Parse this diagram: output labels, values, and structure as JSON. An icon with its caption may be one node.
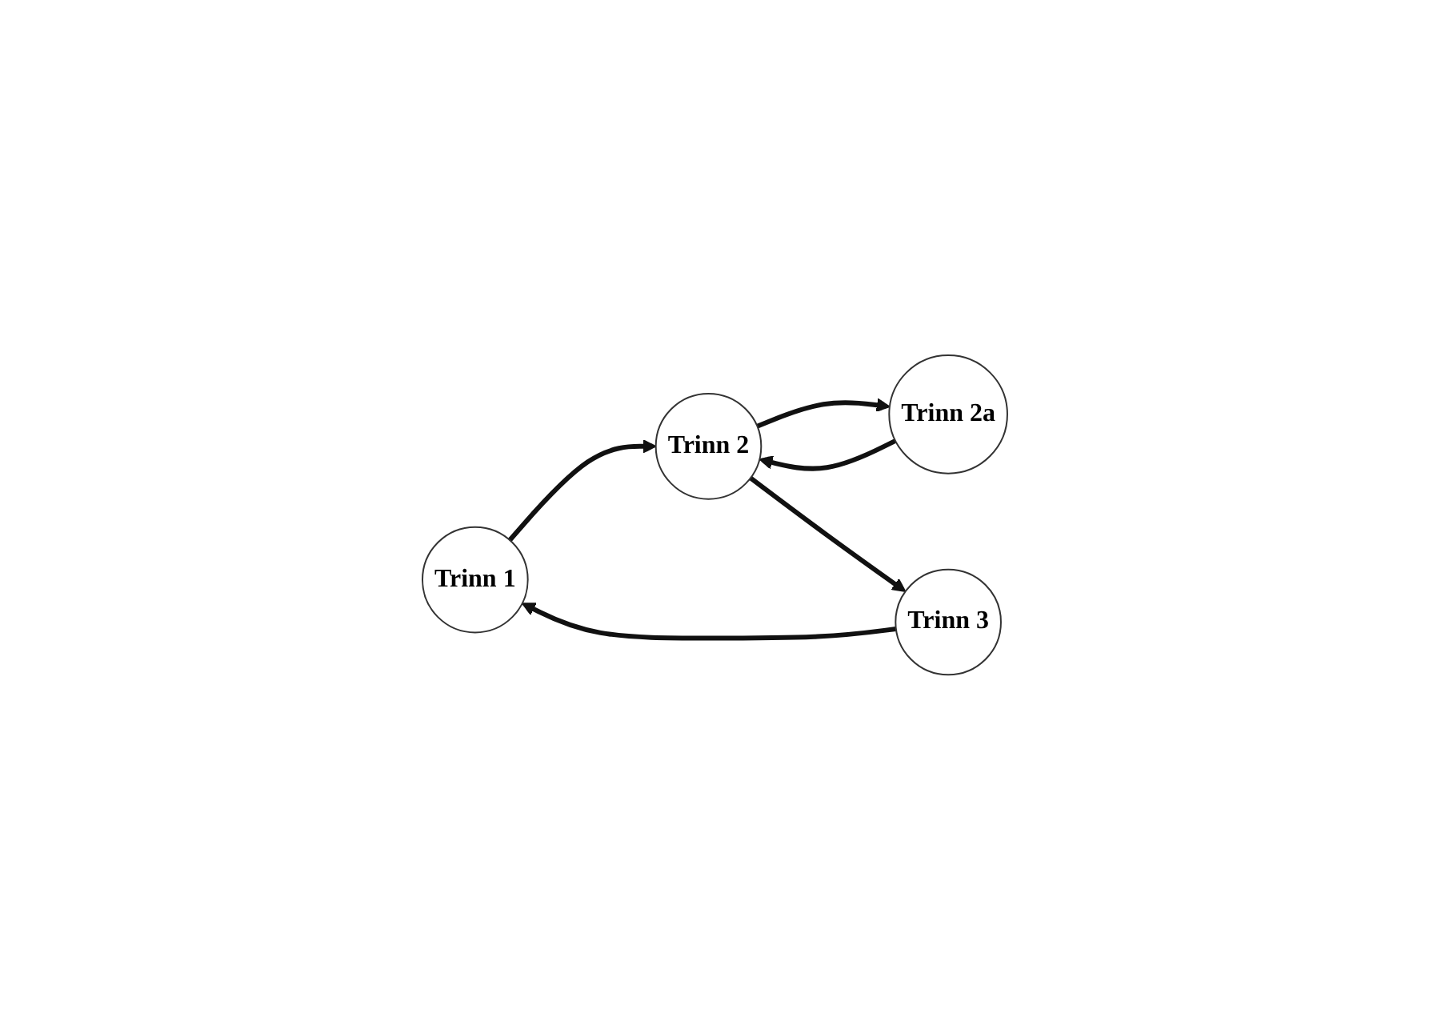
{
  "diagram": {
    "nodes": [
      {
        "text": [
          "Trinn 1"
        ]
      },
      {
        "text": [
          "Trinn 2"
        ]
      },
      {
        "text": [
          "Trinn 2a"
        ]
      },
      {
        "text": [
          "Trinn 3"
        ]
      }
    ],
    "edges": [
      {
        "from": 0,
        "to": 1,
        "arrow": "to"
      },
      {
        "from": 1,
        "to": 2,
        "arrow": "to"
      },
      {
        "from": 2,
        "to": 1,
        "arrow": "to"
      },
      {
        "from": 1,
        "to": 3,
        "arrow": "to"
      },
      {
        "from": 3,
        "to": 0,
        "arrow": "to"
      }
    ]
  }
}
